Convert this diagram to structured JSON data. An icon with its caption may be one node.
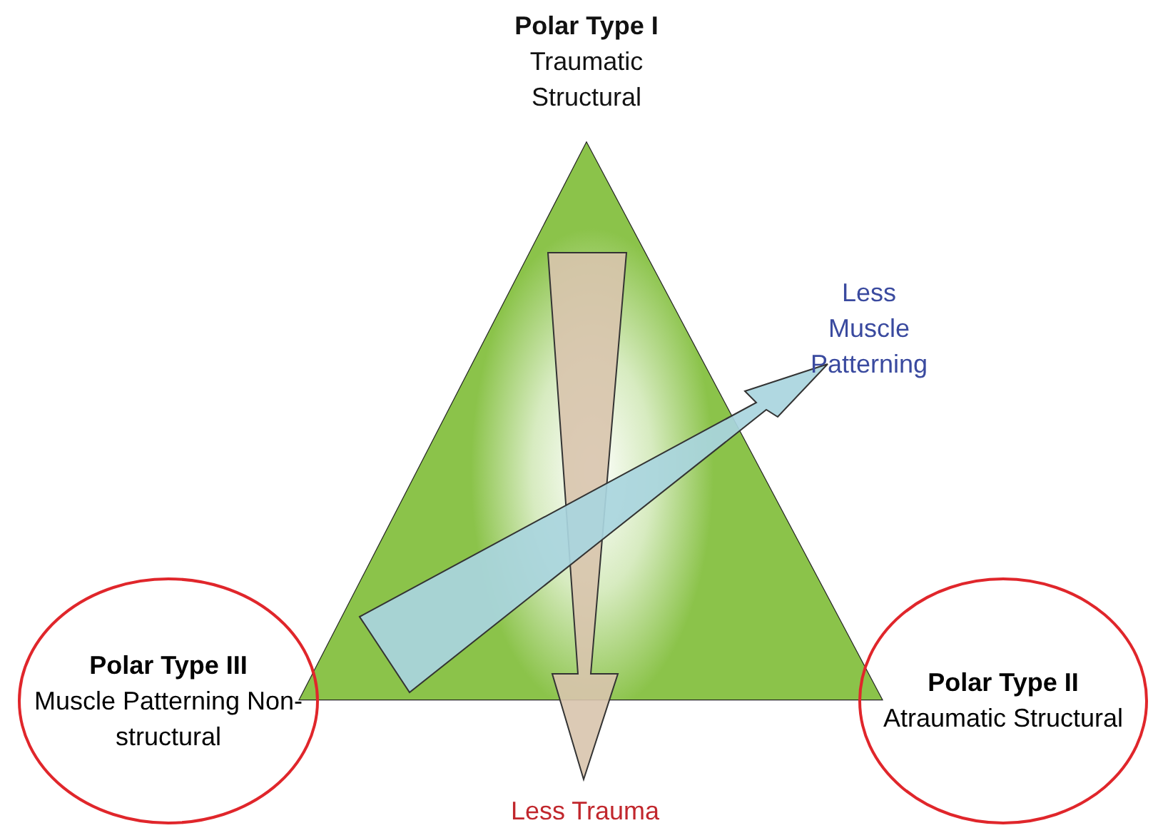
{
  "diagram": {
    "nodes": [
      {
        "text": [
          "Polar Type III",
          "Muscle Patterning Non-structural"
        ]
      },
      {
        "text": [
          "Polar Type II",
          "Atraumatic Structural"
        ]
      }
    ],
    "labels": [
      "Polar Type I",
      "Traumatic Structural",
      "Less Muscle Patterning",
      "Less Trauma"
    ]
  }
}
